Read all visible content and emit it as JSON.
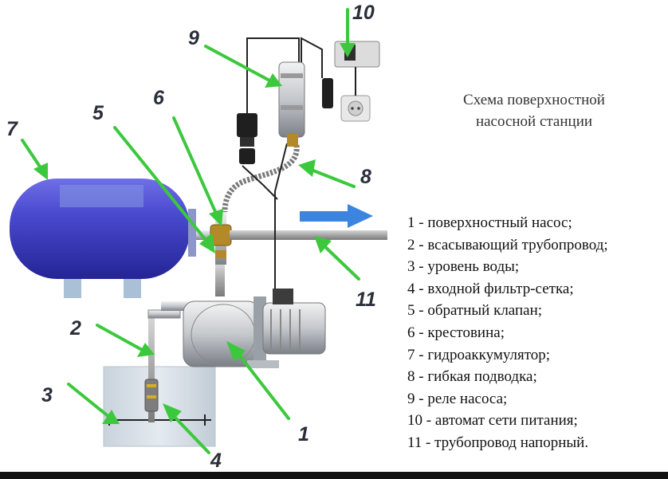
{
  "title_lines": [
    "Схема поверхностной",
    "насосной станции"
  ],
  "legend": [
    "1 - поверхностный насос;",
    "2 - всасывающий трубопровод;",
    "3 - уровень воды;",
    "4 - входной фильтр-сетка;",
    "5 - обратный клапан;",
    "6 - крестовина;",
    "7 - гидроаккумулятор;",
    "8 - гибкая подводка;",
    "9 - реле насоса;",
    "10 - автомат сети питания;",
    "11 - трубопровод напорный."
  ],
  "callouts": {
    "n1": "1",
    "n2": "2",
    "n3": "3",
    "n4": "4",
    "n5": "5",
    "n6": "6",
    "n7": "7",
    "n8": "8",
    "n9": "9",
    "n10": "10",
    "n11": "11"
  },
  "colors": {
    "tank": "#3f3fb8",
    "arrow_green": "#3cc83c",
    "flow_arrow": "#3b84e0",
    "pipe": "#a8a8a8",
    "legend_text": "#111111"
  },
  "icons": [
    "flow-direction-arrow-icon",
    "power-socket-icon",
    "plug-icon",
    "circuit-breaker-icon"
  ]
}
